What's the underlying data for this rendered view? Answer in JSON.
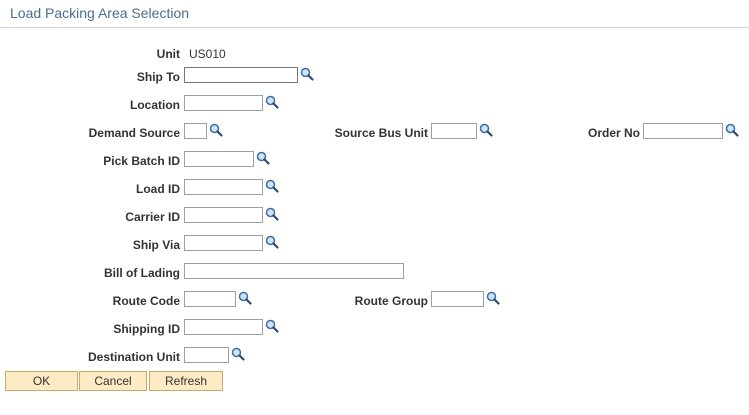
{
  "page": {
    "title": "Load Packing Area Selection"
  },
  "fields": {
    "unit": {
      "label": "Unit",
      "value": "US010"
    },
    "ship_to": {
      "label": "Ship To",
      "value": ""
    },
    "location": {
      "label": "Location",
      "value": ""
    },
    "demand_source": {
      "label": "Demand Source",
      "value": ""
    },
    "source_bus_unit": {
      "label": "Source Bus Unit",
      "value": ""
    },
    "order_no": {
      "label": "Order No",
      "value": ""
    },
    "pick_batch_id": {
      "label": "Pick Batch ID",
      "value": ""
    },
    "load_id": {
      "label": "Load ID",
      "value": ""
    },
    "carrier_id": {
      "label": "Carrier ID",
      "value": ""
    },
    "ship_via": {
      "label": "Ship Via",
      "value": ""
    },
    "bill_of_lading": {
      "label": "Bill of Lading",
      "value": ""
    },
    "route_code": {
      "label": "Route Code",
      "value": ""
    },
    "route_group": {
      "label": "Route Group",
      "value": ""
    },
    "shipping_id": {
      "label": "Shipping ID",
      "value": ""
    },
    "destination_unit": {
      "label": "Destination Unit",
      "value": ""
    }
  },
  "buttons": {
    "ok": "OK",
    "cancel": "Cancel",
    "refresh": "Refresh"
  },
  "icons": {
    "lookup": "magnifier-lookup-icon"
  },
  "colors": {
    "title": "#4b6d8c",
    "button_bg": "#fdebc6",
    "button_border": "#c9a96a"
  }
}
